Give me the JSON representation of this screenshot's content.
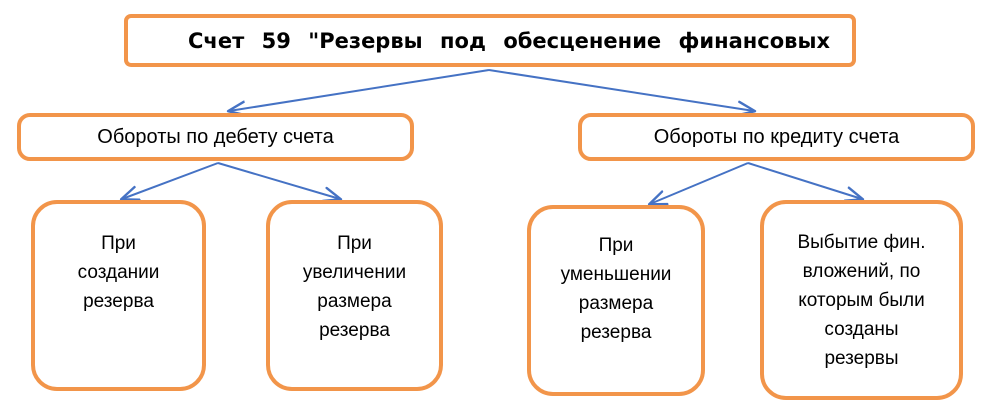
{
  "diagram": {
    "type": "tree-hierarchy",
    "background_color": "#FFFFFF",
    "node_border_color": "#F2954A",
    "node_fill_color": "#FFFFFF",
    "connector_color": "#4572C4",
    "root": {
      "id": "root",
      "text": "Счет 59 \"Резервы под обесценение финансовых"
    },
    "level2": [
      {
        "id": "debit",
        "text": "Обороты по дебету счета"
      },
      {
        "id": "credit",
        "text": "Обороты по кредиту счета"
      }
    ],
    "leaves": [
      {
        "id": "leaf-creation",
        "text": "При\nсоздании\nрезерва"
      },
      {
        "id": "leaf-increase",
        "text": "При\nувеличении\nразмера\nрезерва"
      },
      {
        "id": "leaf-decrease",
        "text": "При\nуменьшении\nразмера\nрезерва"
      },
      {
        "id": "leaf-disposal",
        "text": "Выбытие фин.\nвложений, по\nкоторым были\nсозданы\nрезервы"
      }
    ]
  }
}
